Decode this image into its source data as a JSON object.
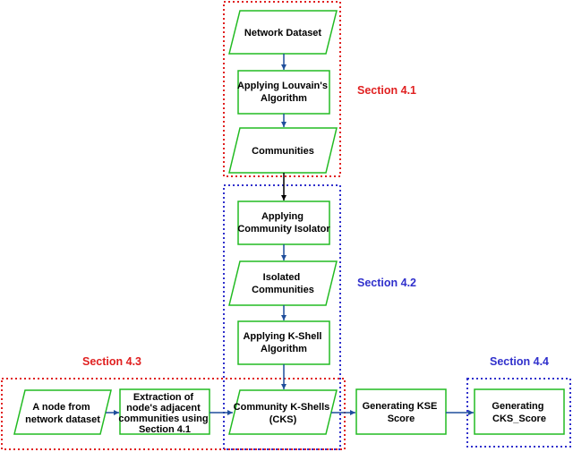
{
  "sections": {
    "s41": "Section 4.1",
    "s42": "Section 4.2",
    "s43": "Section 4.3",
    "s44": "Section 4.4"
  },
  "nodes": {
    "network_dataset": [
      "Network Dataset"
    ],
    "louvain": [
      "Applying Louvain's",
      "Algorithm"
    ],
    "communities": [
      "Communities"
    ],
    "community_isolator": [
      "Applying",
      "Community Isolator"
    ],
    "isolated_communities": [
      "Isolated",
      "Communities"
    ],
    "kshell": [
      "Applying K-Shell",
      "Algorithm"
    ],
    "cks": [
      "Community K-Shells",
      "(CKS)"
    ],
    "node_from_dataset": [
      "A node from",
      "network dataset"
    ],
    "extraction": [
      "Extraction of",
      "node's adjacent",
      "communities using",
      "Section 4.1"
    ],
    "kse_score": [
      "Generating KSE",
      "Score"
    ],
    "cks_score": [
      "Generating",
      "CKS_Score"
    ]
  },
  "colors": {
    "node_border": "#22bb22",
    "arrow": "#1f4e9c",
    "arrow_dark": "#000000",
    "section_red": "#e02020",
    "section_blue": "#3030cc"
  }
}
